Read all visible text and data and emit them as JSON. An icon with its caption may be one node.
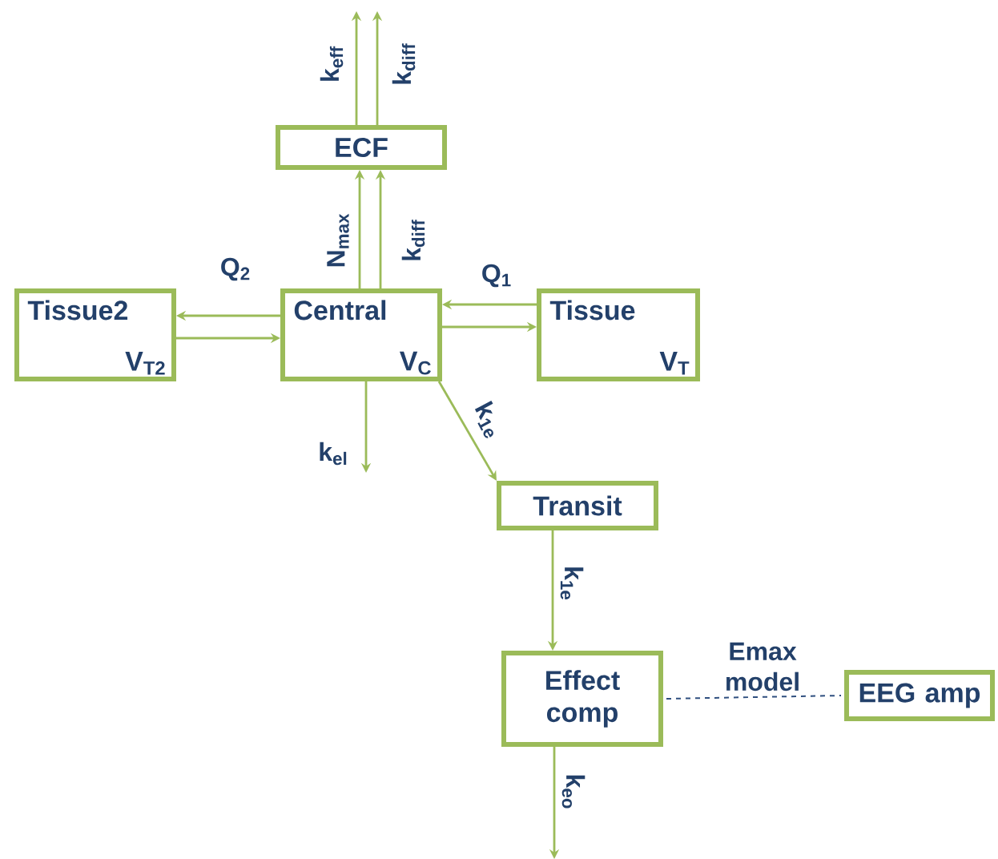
{
  "diagram": {
    "nodes": [
      {
        "text": [
          "ECF"
        ]
      },
      {
        "text": [
          "Tissue2",
          "V$_{T2}$"
        ]
      },
      {
        "text": [
          "Central",
          "V$_{C}$"
        ]
      },
      {
        "text": [
          "Tissue",
          "V$_{T}$"
        ]
      },
      {
        "text": [
          "Transit"
        ]
      },
      {
        "text": [
          "Effect comp"
        ]
      },
      {
        "text": [
          "EEG amp"
        ]
      }
    ],
    "edges": [
      {
        "from": 0,
        "to": null,
        "arrow": "to",
        "label": "k$_{eff}$"
      },
      {
        "from": 0,
        "to": null,
        "arrow": "to",
        "label": "k$_{diff}$"
      },
      {
        "from": 2,
        "to": 0,
        "arrow": "to",
        "label": "N$_{max}$"
      },
      {
        "from": 2,
        "to": 0,
        "arrow": "to",
        "label": "k$_{diff}$"
      },
      {
        "from": 2,
        "to": 1,
        "arrow": "to",
        "label": "Q$_{2}$"
      },
      {
        "from": 1,
        "to": 2,
        "arrow": "to"
      },
      {
        "from": 3,
        "to": 2,
        "arrow": "to",
        "label": "Q$_{1}$"
      },
      {
        "from": 2,
        "to": 3,
        "arrow": "to"
      },
      {
        "from": 2,
        "to": null,
        "arrow": "to",
        "label": "k$_{el}$"
      },
      {
        "from": 2,
        "to": 4,
        "arrow": "to",
        "label": "k$_{1e}$"
      },
      {
        "from": 4,
        "to": 5,
        "arrow": "to",
        "label": "k$_{1e}$"
      },
      {
        "from": 5,
        "to": null,
        "arrow": "to",
        "label": "k$_{eo}$"
      },
      {
        "from": 5,
        "to": 6,
        "arrow": "none",
        "style": "dashed",
        "color": "#2f4f7f",
        "label": "Emax model"
      }
    ]
  }
}
